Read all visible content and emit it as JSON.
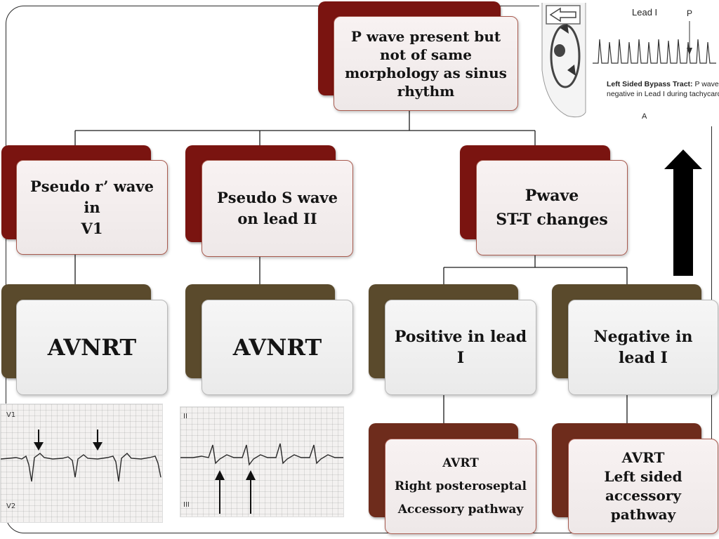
{
  "root": {
    "lines": [
      "P wave present but",
      "not of same",
      "morphology as sinus",
      "rhythm"
    ]
  },
  "branch_left": {
    "criterion": {
      "lines": [
        "Pseudo r’ wave",
        "in",
        "V1"
      ]
    },
    "result": {
      "lines": [
        "AVNRT"
      ]
    },
    "ecg": {
      "lead_top": "V1",
      "lead_bottom": "V2"
    }
  },
  "branch_mid": {
    "criterion": {
      "lines": [
        "Pseudo S wave",
        "on lead II"
      ]
    },
    "result": {
      "lines": [
        "AVNRT"
      ]
    },
    "ecg": {
      "lead_top": "II",
      "lead_bottom": "III"
    }
  },
  "branch_right": {
    "criterion": {
      "lines": [
        "Pwave",
        "ST-T changes"
      ]
    },
    "positive": {
      "label": {
        "lines": [
          "Positive in lead",
          "I"
        ]
      },
      "result": {
        "lines": [
          "AVRT",
          "Right posteroseptal",
          "Accessory pathway"
        ]
      }
    },
    "negative": {
      "label": {
        "lines": [
          "Negative in",
          "lead I"
        ]
      },
      "result": {
        "lines": [
          "AVRT",
          "Left sided",
          "accessory",
          "pathway"
        ]
      }
    }
  },
  "insert": {
    "lead_label": "Lead I",
    "p_label": "P",
    "caption_bold": "Left Sided Bypass Tract:",
    "caption_rest": " P waves are",
    "caption_line2": "negative in Lead I during tachycardia",
    "panel_label": "A"
  },
  "colors": {
    "maroon": "#7a1410",
    "olive": "#5a4a2c",
    "brown": "#6e2c1c",
    "connector": "#1a1a1a",
    "arrow": "#000000"
  }
}
